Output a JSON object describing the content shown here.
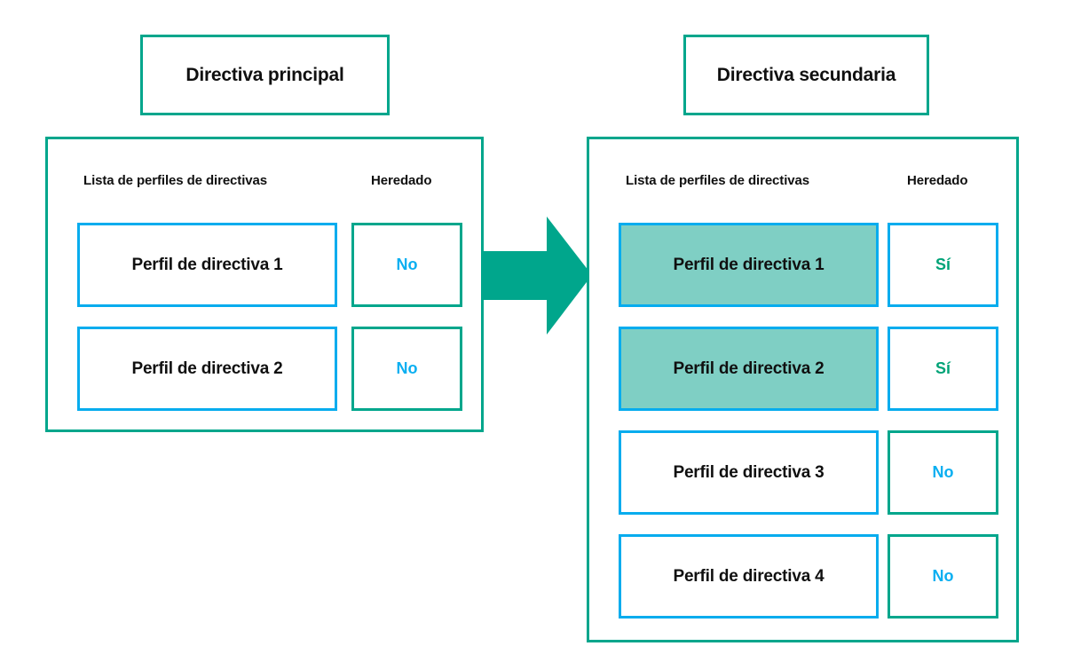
{
  "colors": {
    "teal_border": "#00A68C",
    "blue_border": "#06ACEE",
    "highlight_fill": "#7FCFC4",
    "arrow_fill": "#00A68C",
    "value_no": "#0AAFF1",
    "value_si": "#00A377",
    "text": "#101010",
    "background": "#FFFFFF"
  },
  "left": {
    "title": "Directiva principal",
    "headers": {
      "list": "Lista de perfiles de directivas",
      "inherited": "Heredado"
    },
    "rows": [
      {
        "profile": "Perfil de directiva 1",
        "inherited": "No",
        "highlighted": false,
        "inherited_border": "green"
      },
      {
        "profile": "Perfil de directiva 2",
        "inherited": "No",
        "highlighted": false,
        "inherited_border": "green"
      }
    ]
  },
  "right": {
    "title": "Directiva secundaria",
    "headers": {
      "list": "Lista de perfiles de directivas",
      "inherited": "Heredado"
    },
    "rows": [
      {
        "profile": "Perfil de directiva 1",
        "inherited": "Sí",
        "highlighted": true,
        "inherited_border": "blue"
      },
      {
        "profile": "Perfil de directiva 2",
        "inherited": "Sí",
        "highlighted": true,
        "inherited_border": "blue"
      },
      {
        "profile": "Perfil de directiva 3",
        "inherited": "No",
        "highlighted": false,
        "inherited_border": "green"
      },
      {
        "profile": "Perfil de directiva 4",
        "inherited": "No",
        "highlighted": false,
        "inherited_border": "green"
      }
    ]
  },
  "arrow": {
    "direction": "right",
    "meaning": "inheritance-flow"
  }
}
